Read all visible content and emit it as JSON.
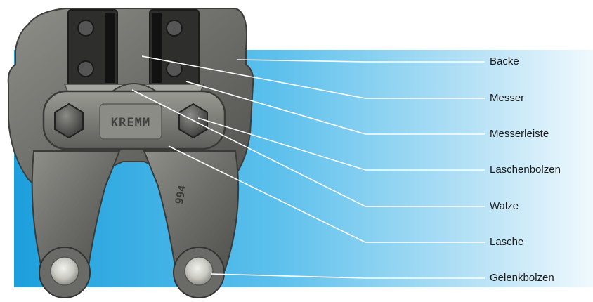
{
  "diagram": {
    "brand_stamp": "KREMM",
    "casting_mark": "994",
    "labels": [
      {
        "id": "backe",
        "text": "Backe"
      },
      {
        "id": "messer",
        "text": "Messer"
      },
      {
        "id": "messerleiste",
        "text": "Messerleiste"
      },
      {
        "id": "laschenbolzen",
        "text": "Laschenbolzen"
      },
      {
        "id": "walze",
        "text": "Walze"
      },
      {
        "id": "lasche",
        "text": "Lasche"
      },
      {
        "id": "gelenkbolzen",
        "text": "Gelenkbolzen"
      }
    ],
    "colors": {
      "background_gradient_start": "#1fa3de",
      "background_gradient_end": "#eef8fd",
      "metal_dark": "#4a4a48",
      "metal_mid": "#7d7d79",
      "metal_light": "#b8b8b2",
      "leader_line": "#ffffff"
    }
  }
}
